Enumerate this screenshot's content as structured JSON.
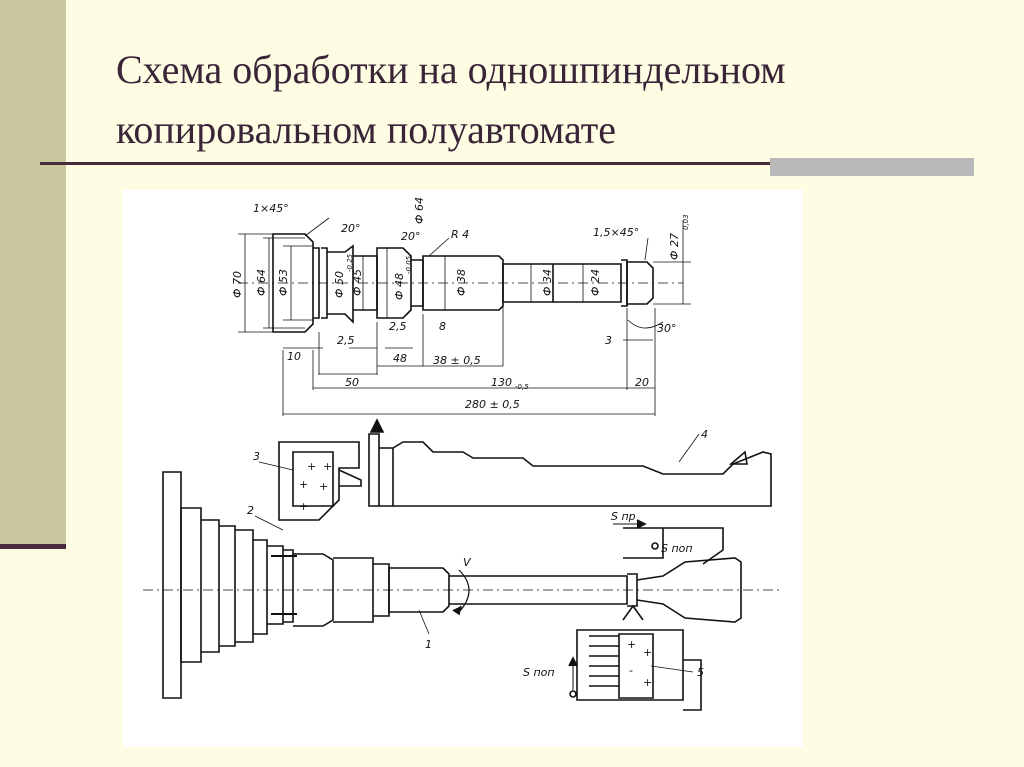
{
  "slide": {
    "title_line1": "Схема обработки на одношпиндельном",
    "title_line2": "копировальном полуавтомате"
  },
  "figure": {
    "dims": {
      "chamfer_left": "1×45°",
      "angle1": "20°",
      "angle2": "20°",
      "d64_top": "Ф 64",
      "radius": "R 4",
      "chamfer_right": "1,5×45°",
      "d27": "Ф 27",
      "d27_tol": "0,03",
      "d70": "Ф 70",
      "d64": "Ф 64",
      "d53": "Ф 53",
      "d50": "Ф 50",
      "d50_tol": "-0,25",
      "d45": "Ф 45",
      "d48": "Ф 48",
      "d48_tol": "-0,05",
      "d38": "Ф 38",
      "d34": "Ф 34",
      "d24": "Ф 24",
      "l10": "10",
      "l2_5a": "2,5",
      "l2_5b": "2,5",
      "l8": "8",
      "l48": "48",
      "l38": "38 ± 0,5",
      "l3": "3",
      "a30": "30°",
      "l50": "50",
      "l130": "130",
      "l130_tol": "-0,5",
      "l20": "20",
      "l280": "280 ± 0,5"
    },
    "callouts": {
      "c1": "1",
      "c2": "2",
      "c3": "3",
      "c4": "4",
      "c5": "5",
      "v": "V",
      "s_pr": "S пр",
      "s_pop1": "S поп",
      "s_pop2": "S поп"
    }
  }
}
